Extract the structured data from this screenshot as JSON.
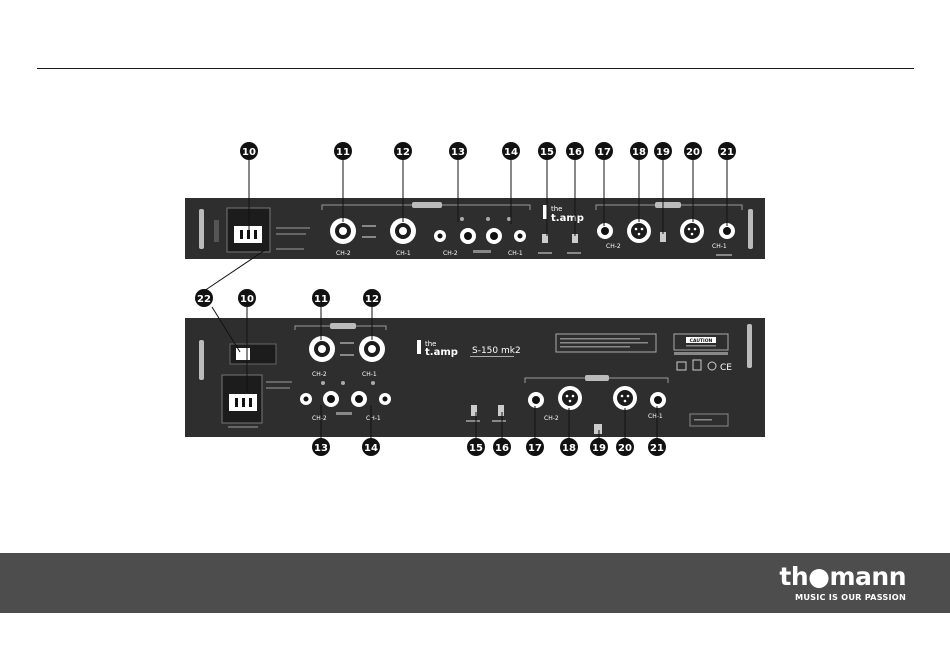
{
  "colors": {
    "panel": "#2e2e2e",
    "panel_dark": "#1c1c1c",
    "callout": "#111111",
    "footer_bg": "#4d4d4d",
    "footer_text": "#ffffff"
  },
  "callouts": {
    "top": [
      "10",
      "11",
      "12",
      "13",
      "14",
      "15",
      "16",
      "17",
      "18",
      "19",
      "20",
      "21"
    ],
    "bottom_upper": [
      "22",
      "10",
      "11",
      "12"
    ],
    "bottom_lower": [
      "13",
      "14",
      "15",
      "16",
      "17",
      "18",
      "19",
      "20",
      "21"
    ]
  },
  "panel_top": {
    "logo_small": "the",
    "logo_big": "t.amp",
    "jack_labels": [
      "CH-2",
      "CH-1",
      "CH-2",
      "CH-1",
      "CH-2",
      "CH-1"
    ]
  },
  "panel_bottom": {
    "logo_small": "the",
    "logo_big": "t.amp",
    "model": "S-150 mk2",
    "caution": "CAUTION",
    "ce_mark": "CE",
    "jack_labels": [
      "CH-2",
      "CH-1",
      "CH-2",
      "CH-1",
      "CH-2",
      "CH-1"
    ]
  },
  "footer": {
    "logo": "th●mann",
    "tagline": "MUSIC IS OUR PASSION"
  }
}
